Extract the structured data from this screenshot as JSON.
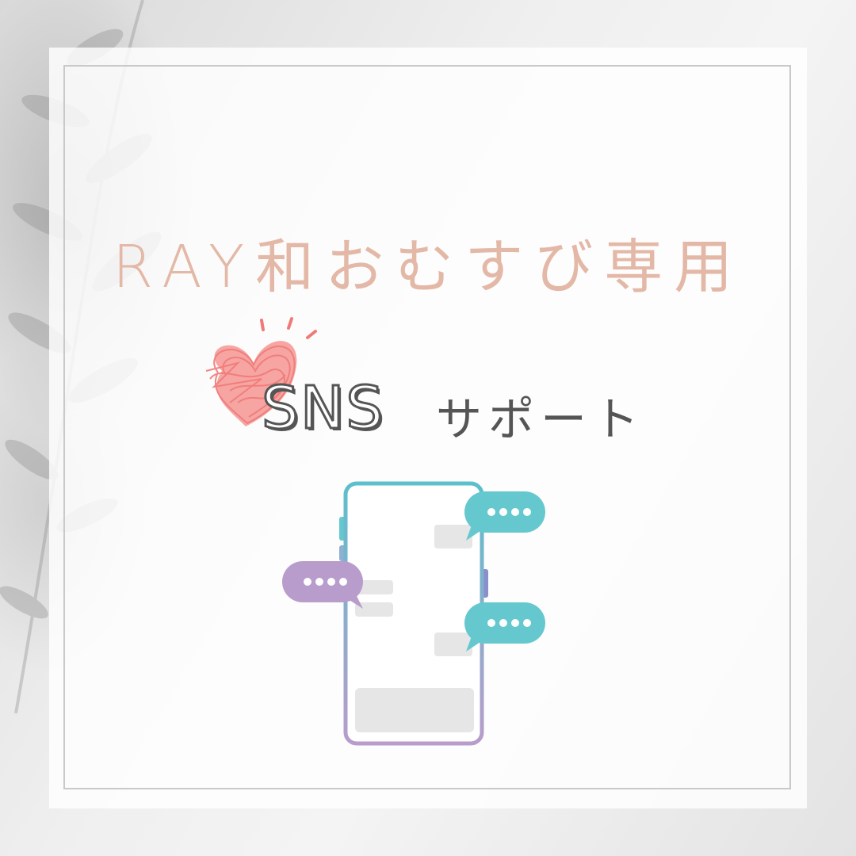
{
  "title": "RAY和おむすび専用",
  "heading": {
    "main": "SNS",
    "sub": "サポート"
  },
  "colors": {
    "title": "#e3b8a6",
    "heart": "#f07a78",
    "bubble_teal": "#66c8cf",
    "bubble_purple": "#b89ccb",
    "phone_gradient_top": "#5bbfcc",
    "phone_gradient_bottom": "#b89ccb",
    "text_dark": "#555555"
  },
  "icons": [
    "heart-icon",
    "smartphone-icon",
    "chat-bubble-icon"
  ]
}
